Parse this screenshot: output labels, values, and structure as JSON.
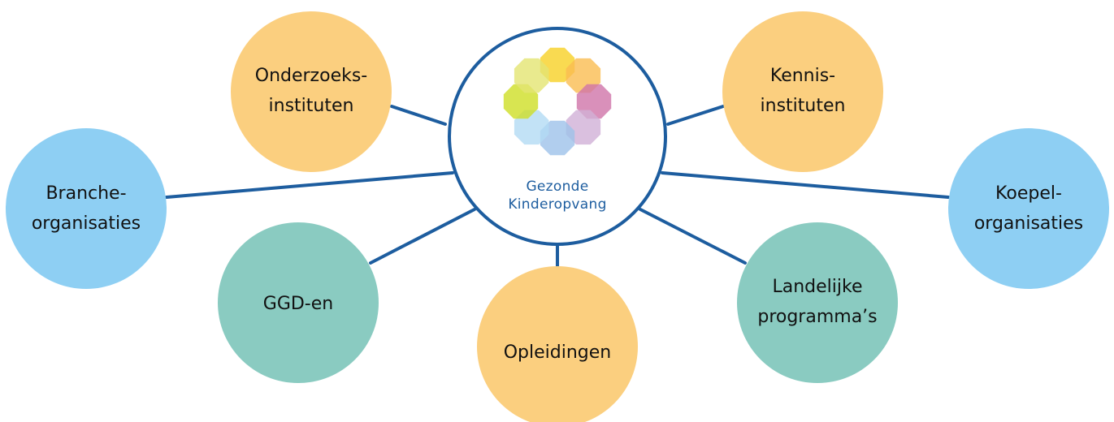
{
  "center": {
    "line1": "Gezonde",
    "line2": "Kinderopvang"
  },
  "colors": {
    "connector": "#1d5d9f",
    "orange": "#fbcf7f",
    "blue": "#8ecff3",
    "teal": "#8acbc1",
    "logo_text": "#1d5d9f"
  },
  "nodes": {
    "onderzoek": {
      "line1": "Onderzoeks-",
      "line2": "instituten"
    },
    "kennis": {
      "line1": "Kennis-",
      "line2": "instituten"
    },
    "branche": {
      "line1": "Branche-",
      "line2": "organisaties"
    },
    "koepel": {
      "line1": "Koepel-",
      "line2": "organisaties"
    },
    "ggd": {
      "line1": "GGD-en"
    },
    "opleidingen": {
      "line1": "Opleidingen"
    },
    "landelijke": {
      "line1": "Landelijke",
      "line2": "programma’s"
    }
  }
}
